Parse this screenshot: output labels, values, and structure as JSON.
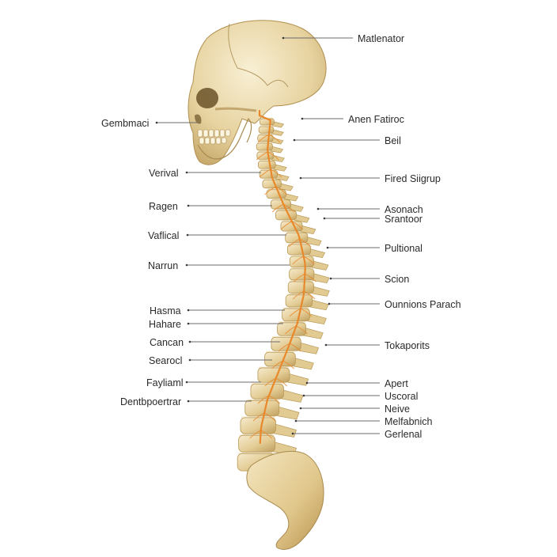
{
  "diagram": {
    "colors": {
      "background": "#ffffff",
      "bone_light": "#f3e7c4",
      "bone_mid": "#e2cb93",
      "bone_dark": "#b89856",
      "disc": "#f5ecd2",
      "nerve": "#e8882a",
      "label_text": "#2a2a2a",
      "leader_line": "#6b6b6b"
    },
    "labels_left": [
      "Gembmaci",
      "Verival",
      "Ragen",
      "Vaflical",
      "Narrun",
      "Hasma",
      "Hahare",
      "Cancan",
      "Searocl",
      "Fayliaml",
      "Dentbpoertrar"
    ],
    "labels_right": [
      "Matlenator",
      "Anen Fatiroc",
      "Beil",
      "Fired Siigrup",
      "Asonach",
      "Srantoor",
      "Pultional",
      "Scion",
      "Ounnions Parach",
      "Tokaporits",
      "Apert",
      "Uscoral",
      "Neive",
      "Melfabnich",
      "Gerlenal"
    ]
  }
}
